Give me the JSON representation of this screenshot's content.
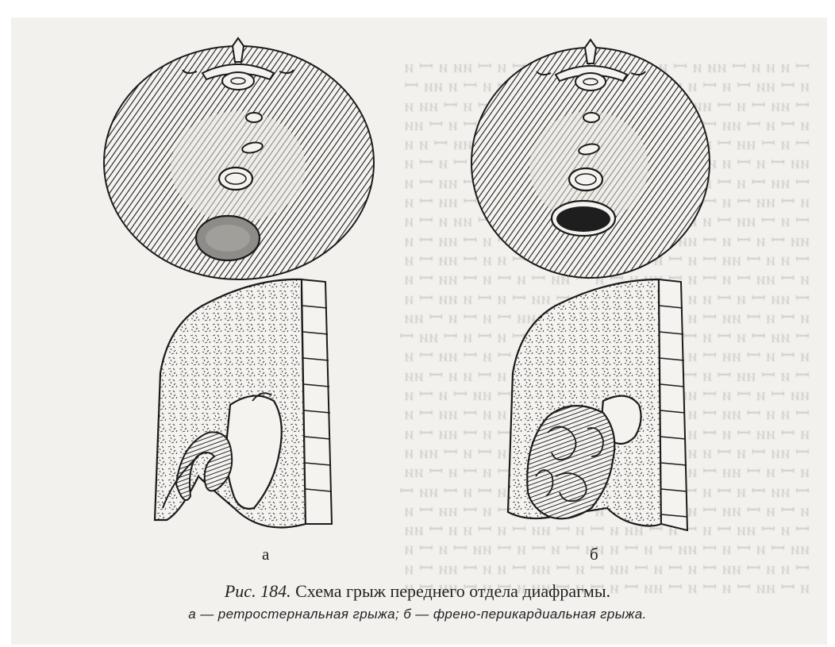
{
  "caption": {
    "figure_ref": "Рис. 184.",
    "title": "Схема грыж переднего отдела диафрагмы.",
    "legend": "а — ретростернальная грыжа; б — френо-перикардиальная грыжа."
  },
  "panels": {
    "left_label": "а",
    "right_label": "б"
  },
  "colors": {
    "ink": "#222222",
    "paper": "#f2f1ee",
    "hernia_sac_dark": "#1e1e1e"
  }
}
